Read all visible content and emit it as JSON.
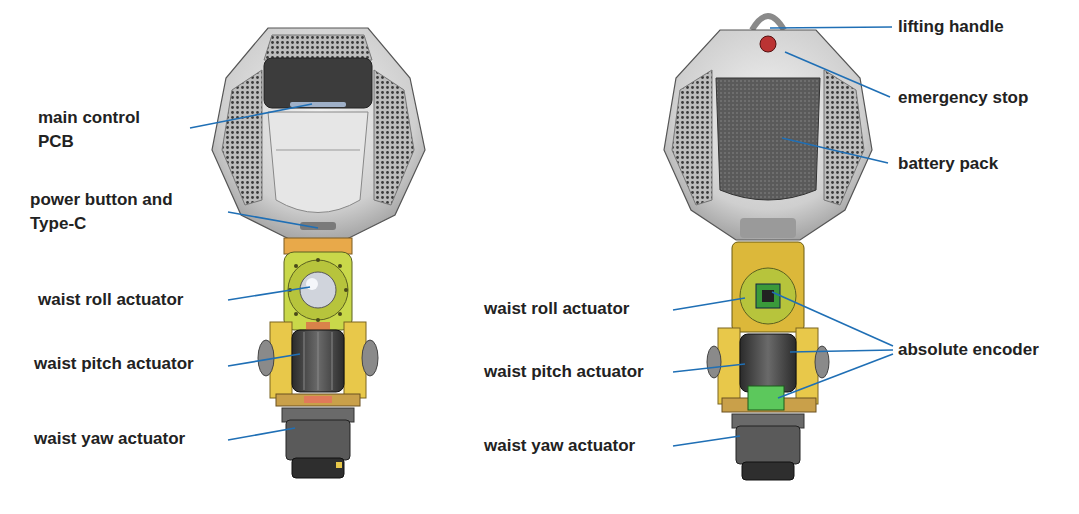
{
  "diagram": {
    "labels": [
      "main control PCB",
      "power button and Type-C",
      "waist roll actuator",
      "waist pitch actuator",
      "waist yaw actuator",
      "lifting handle",
      "emergency stop",
      "battery pack",
      "waist roll actuator",
      "waist pitch actuator",
      "waist yaw actuator",
      "absolute encoder"
    ]
  }
}
